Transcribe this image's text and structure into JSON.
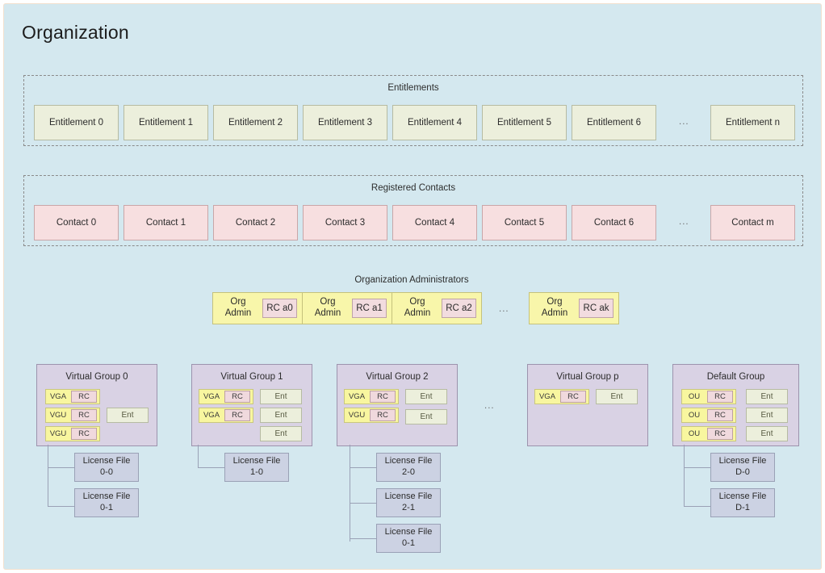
{
  "page": {
    "title": "Organization"
  },
  "entitlements_section": {
    "title": "Entitlements",
    "ellipsis": "...",
    "items": [
      {
        "label": "Entitlement 0"
      },
      {
        "label": "Entitlement 1"
      },
      {
        "label": "Entitlement 2"
      },
      {
        "label": "Entitlement 3"
      },
      {
        "label": "Entitlement 4"
      },
      {
        "label": "Entitlement 5"
      },
      {
        "label": "Entitlement 6"
      },
      {
        "label": "Entitlement n"
      }
    ]
  },
  "contacts_section": {
    "title": "Registered Contacts",
    "ellipsis": "...",
    "items": [
      {
        "label": "Contact 0"
      },
      {
        "label": "Contact 1"
      },
      {
        "label": "Contact 2"
      },
      {
        "label": "Contact 3"
      },
      {
        "label": "Contact 4"
      },
      {
        "label": "Contact 5"
      },
      {
        "label": "Contact 6"
      },
      {
        "label": "Contact m"
      }
    ]
  },
  "admins_section": {
    "title": "Organization Administrators",
    "ellipsis": "...",
    "items": [
      {
        "label": "Org Admin",
        "rc": "RC a0"
      },
      {
        "label": "Org Admin",
        "rc": "RC a1"
      },
      {
        "label": "Org Admin",
        "rc": "RC a2"
      },
      {
        "label": "Org Admin",
        "rc": "RC ak"
      }
    ]
  },
  "groups_section": {
    "ellipsis": "...",
    "groups": [
      {
        "title": "Virtual Group 0",
        "members": [
          {
            "role": "VGA",
            "rc": "RC"
          },
          {
            "role": "VGU",
            "rc": "RC"
          },
          {
            "role": "VGU",
            "rc": "RC"
          }
        ],
        "entitlements": [
          {
            "label": "Ent"
          }
        ],
        "license_files": [
          {
            "line1": "License File",
            "line2": "0-0"
          },
          {
            "line1": "License File",
            "line2": "0-1"
          }
        ]
      },
      {
        "title": "Virtual Group 1",
        "members": [
          {
            "role": "VGA",
            "rc": "RC"
          },
          {
            "role": "VGA",
            "rc": "RC"
          }
        ],
        "entitlements": [
          {
            "label": "Ent"
          },
          {
            "label": "Ent"
          },
          {
            "label": "Ent"
          }
        ],
        "license_files": [
          {
            "line1": "License File",
            "line2": "1-0"
          }
        ]
      },
      {
        "title": "Virtual Group 2",
        "members": [
          {
            "role": "VGA",
            "rc": "RC"
          },
          {
            "role": "VGU",
            "rc": "RC"
          }
        ],
        "entitlements": [
          {
            "label": "Ent"
          },
          {
            "label": "Ent"
          }
        ],
        "license_files": [
          {
            "line1": "License File",
            "line2": "2-0"
          },
          {
            "line1": "License File",
            "line2": "2-1"
          },
          {
            "line1": "License File",
            "line2": "0-1"
          }
        ]
      },
      {
        "title": "Virtual Group p",
        "members": [
          {
            "role": "VGA",
            "rc": "RC"
          }
        ],
        "entitlements": [
          {
            "label": "Ent"
          }
        ],
        "license_files": []
      },
      {
        "title": "Default Group",
        "members": [
          {
            "role": "OU",
            "rc": "RC"
          },
          {
            "role": "OU",
            "rc": "RC"
          },
          {
            "role": "OU",
            "rc": "RC"
          }
        ],
        "entitlements": [
          {
            "label": "Ent"
          },
          {
            "label": "Ent"
          },
          {
            "label": "Ent"
          }
        ],
        "license_files": [
          {
            "line1": "License File",
            "line2": "D-0"
          },
          {
            "line1": "License File",
            "line2": "D-1"
          }
        ]
      }
    ]
  },
  "colors": {
    "canvas_background": "#d4e8ef",
    "frame_border": "#f3e0cf",
    "entitlement_fill": "#ecefdc",
    "contact_fill": "#f7dfe0",
    "group_fill": "#d9d2e4",
    "license_fill": "#ccd2e3",
    "admin_fill": "#f8f6aa",
    "member_fill": "#f8f69f",
    "rc_fill": "#f0d9dd"
  }
}
